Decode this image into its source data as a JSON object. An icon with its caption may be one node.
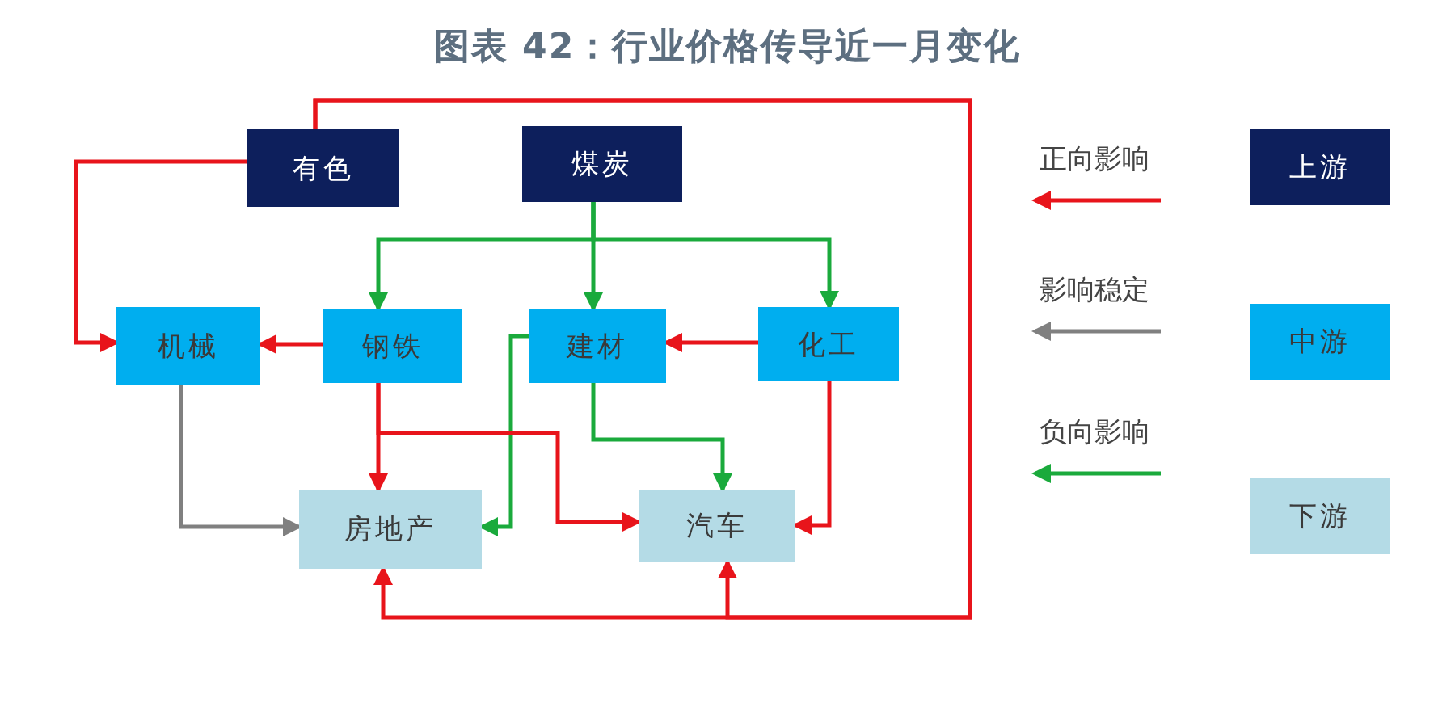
{
  "diagram": {
    "title": "图表 42：行业价格传导近一月变化",
    "nodes": [
      {
        "text": [
          "有色"
        ]
      },
      {
        "text": [
          "煤炭"
        ]
      },
      {
        "text": [
          "机械"
        ]
      },
      {
        "text": [
          "钢铁"
        ]
      },
      {
        "text": [
          "建材"
        ]
      },
      {
        "text": [
          "化工"
        ]
      },
      {
        "text": [
          "房地产"
        ]
      },
      {
        "text": [
          "汽车"
        ]
      }
    ],
    "edges": [
      {
        "from": 0,
        "to": 2,
        "arrow": "to"
      },
      {
        "from": 0,
        "to": 6,
        "arrow": "to"
      },
      {
        "from": 0,
        "to": 7,
        "arrow": "to"
      },
      {
        "from": 1,
        "to": 3,
        "arrow": "to",
        "color": "#1aaa3c"
      },
      {
        "from": 1,
        "to": 4,
        "arrow": "to",
        "color": "#1aaa3c"
      },
      {
        "from": 1,
        "to": 5,
        "arrow": "to",
        "color": "#1aaa3c"
      },
      {
        "from": 3,
        "to": 2,
        "arrow": "to"
      },
      {
        "from": 5,
        "to": 4,
        "arrow": "to"
      },
      {
        "from": 4,
        "to": 6,
        "arrow": "to",
        "color": "#1aaa3c"
      },
      {
        "from": 3,
        "to": 6,
        "arrow": "to"
      },
      {
        "from": 3,
        "to": 7,
        "arrow": "to"
      },
      {
        "from": 4,
        "to": 7,
        "arrow": "to",
        "color": "#1aaa3c"
      },
      {
        "from": 5,
        "to": 7,
        "arrow": "to"
      },
      {
        "from": 2,
        "to": 6,
        "arrow": "to",
        "color": "#808080"
      }
    ],
    "legend": [
      {
        "text": "正向影响"
      },
      {
        "text": "上游",
        "color": "#0d1f5c"
      },
      {
        "text": "影响稳定"
      },
      {
        "text": "中游",
        "color": "#00aeef"
      },
      {
        "text": "负向影响"
      },
      {
        "text": "下游",
        "color": "#b4dbe6"
      }
    ]
  }
}
